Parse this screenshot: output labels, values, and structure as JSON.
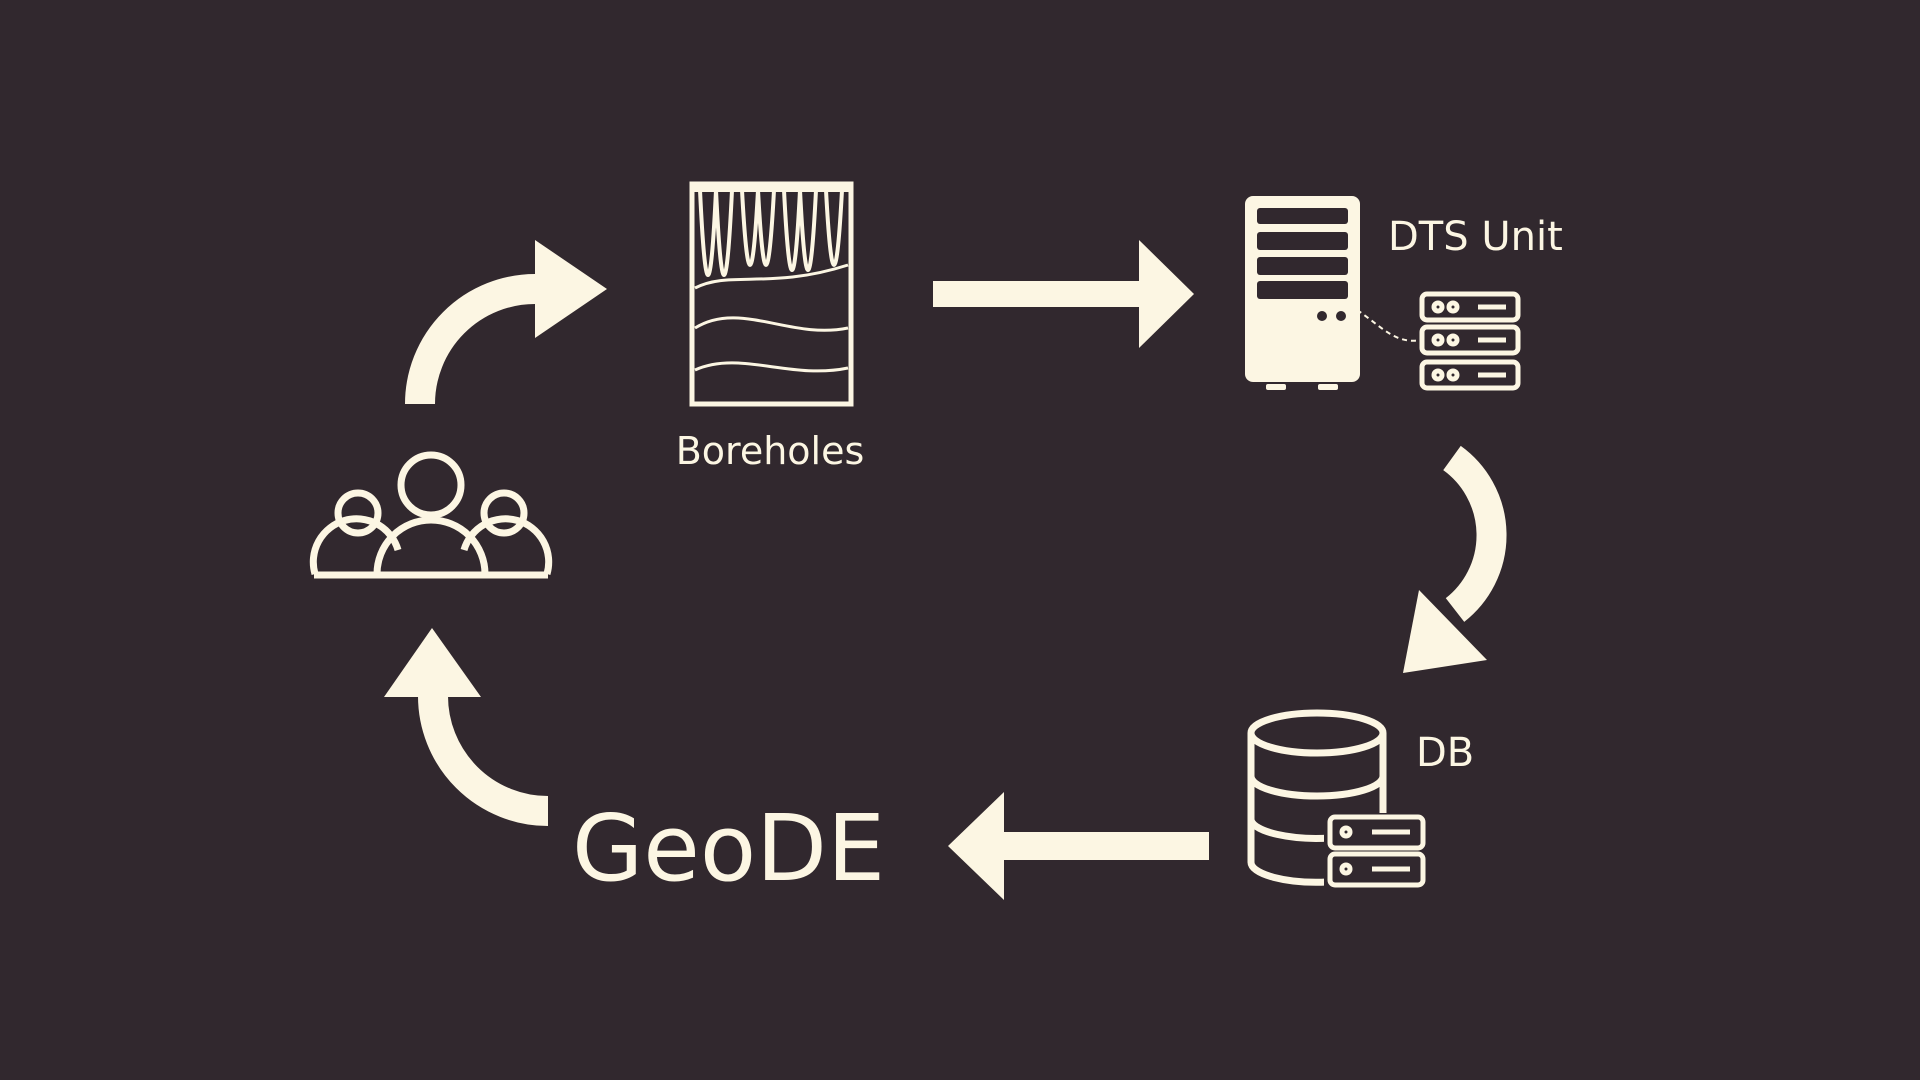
{
  "colors": {
    "background": "#31282e",
    "foreground": "#fcf6e3"
  },
  "nodes": {
    "boreholes": {
      "label": "Boreholes",
      "icon": "borehole-log-icon"
    },
    "dts_unit": {
      "label": "DTS Unit",
      "icon": "server-tower-icon",
      "secondary_icon": "server-rack-icon"
    },
    "db": {
      "label": "DB",
      "icon": "database-icon",
      "secondary_icon": "server-rack-icon"
    },
    "geode": {
      "label": "GeoDE"
    },
    "users": {
      "icon": "users-group-icon"
    }
  },
  "edges": [
    {
      "from": "users",
      "to": "boreholes",
      "icon": "curved-arrow-icon"
    },
    {
      "from": "boreholes",
      "to": "dts_unit",
      "icon": "arrow-right-icon"
    },
    {
      "from": "dts_unit",
      "to": "db",
      "icon": "curved-arrow-icon"
    },
    {
      "from": "db",
      "to": "geode",
      "icon": "arrow-left-icon"
    },
    {
      "from": "geode",
      "to": "users",
      "icon": "curved-arrow-icon"
    }
  ]
}
